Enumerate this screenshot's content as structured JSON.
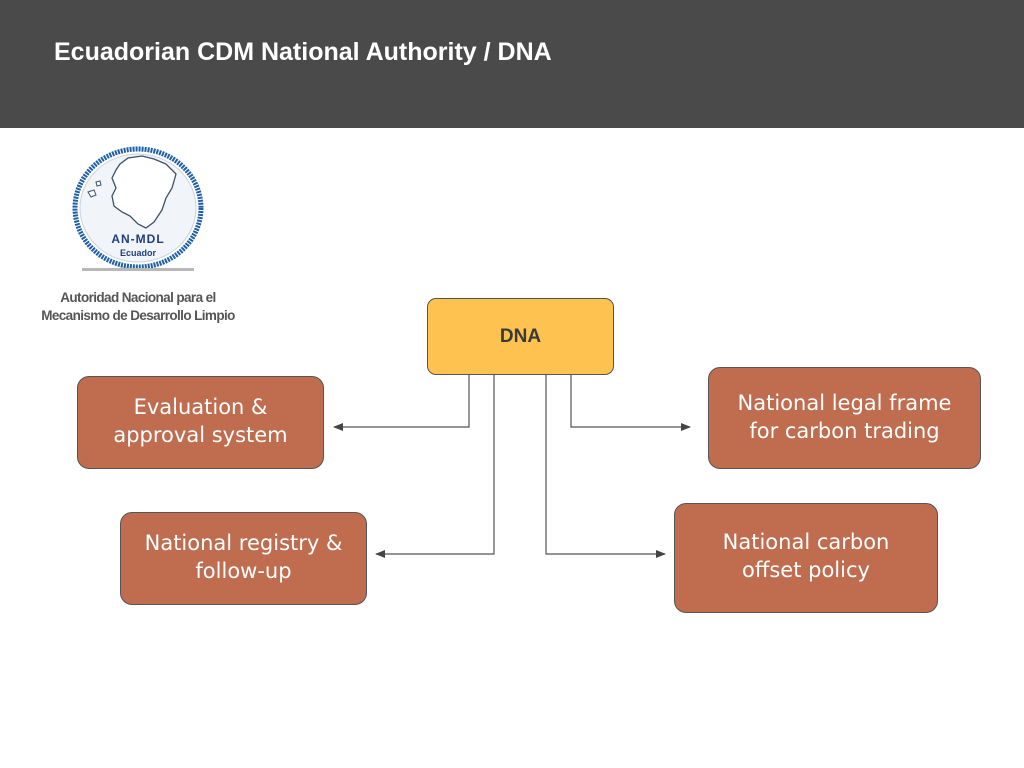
{
  "header": {
    "title": "Ecuadorian CDM National Authority / DNA",
    "background": "#4a4a4a"
  },
  "logo": {
    "emblem_text_line1": "AN-MDL",
    "emblem_text_line2": "Ecuador",
    "caption_line1": "Autoridad Nacional para el",
    "caption_line2": "Mecanismo de Desarrollo Limpio",
    "ring_color": "#1f5fa8"
  },
  "diagram": {
    "center": {
      "label": "DNA",
      "color": "#fdc24f"
    },
    "leaf_color": "#bf6c4f",
    "nodes": {
      "evaluation": "Evaluation &\napproval system",
      "legal": "National legal frame\nfor carbon trading",
      "registry": "National registry &\nfollow-up",
      "offset": "National carbon\noffset policy"
    }
  }
}
